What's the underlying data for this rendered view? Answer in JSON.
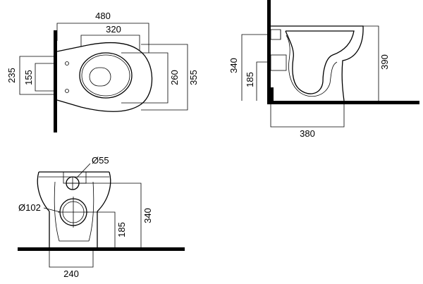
{
  "views": {
    "top": {
      "dimensions": {
        "total_width": "480",
        "bowl_width": "320",
        "wall_height": "235",
        "fixing_spacing": "155",
        "bowl_depth": "260",
        "total_depth": "355"
      }
    },
    "side": {
      "dimensions": {
        "inlet_height": "340",
        "outlet_height": "185",
        "total_height": "390",
        "projection": "380"
      }
    },
    "front": {
      "dimensions": {
        "inlet_diameter": "Ø55",
        "outlet_diameter": "Ø102",
        "inlet_height": "340",
        "outlet_height": "185",
        "base_width": "240"
      }
    }
  }
}
